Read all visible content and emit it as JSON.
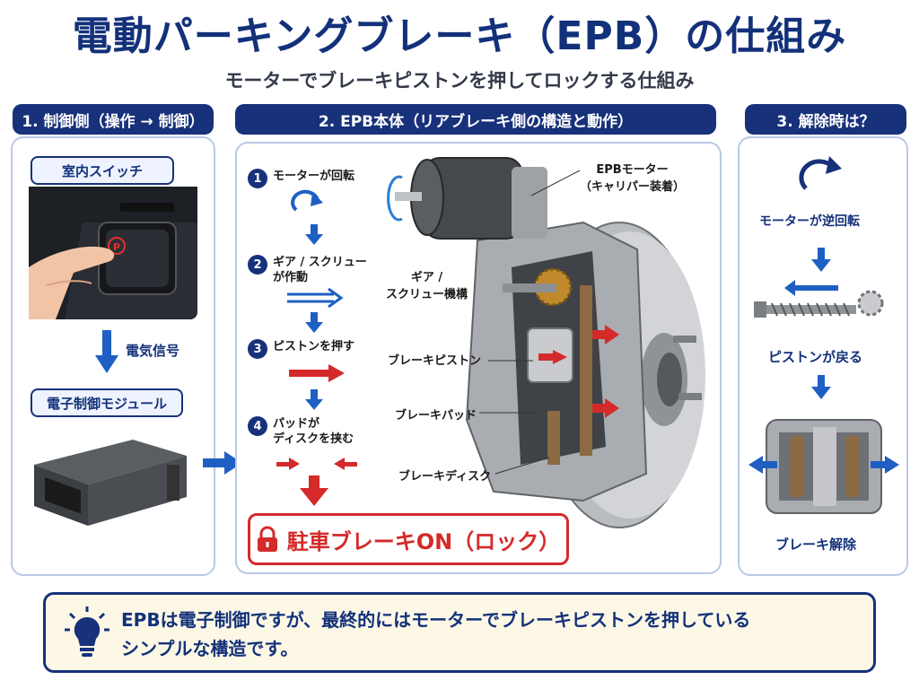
{
  "header": {
    "title": "電動パーキングブレーキ（EPB）の仕組み",
    "subtitle": "モーターでブレーキピストンを押してロックする仕組み"
  },
  "panel1": {
    "header": "1. 制御側（操作 → 制御）",
    "switch_label": "室内スイッチ",
    "signal_label": "電気信号",
    "module_label": "電子制御モジュール"
  },
  "panel2": {
    "header": "2. EPB本体（リアブレーキ側の構造と動作）",
    "steps": [
      {
        "num": "1",
        "text": "モーターが回転"
      },
      {
        "num": "2",
        "text": "ギア / スクリュー\nが作動"
      },
      {
        "num": "3",
        "text": "ピストンを押す"
      },
      {
        "num": "4",
        "text": "パッドが\nディスクを挟む"
      }
    ],
    "result": "駐車ブレーキON（ロック）",
    "callouts": {
      "motor": "EPBモーター\n（キャリパー装着）",
      "gear": "ギア /\nスクリュー機構",
      "piston": "ブレーキピストン",
      "pad": "ブレーキパッド",
      "disc": "ブレーキディスク"
    }
  },
  "panel3": {
    "header": "3. 解除時は？",
    "reverse_label": "モーターが逆回転",
    "return_label": "ピストンが戻る",
    "release_label": "ブレーキ解除"
  },
  "footer": {
    "text": "EPBは電子制御ですが、最終的にはモーターでブレーキピストンを押している\nシンプルな構造です。"
  },
  "colors": {
    "navy": "#17317a",
    "red": "#d42a2a",
    "blue_arrow": "#1f5fc4",
    "footer_bg": "#fdf8e6"
  }
}
